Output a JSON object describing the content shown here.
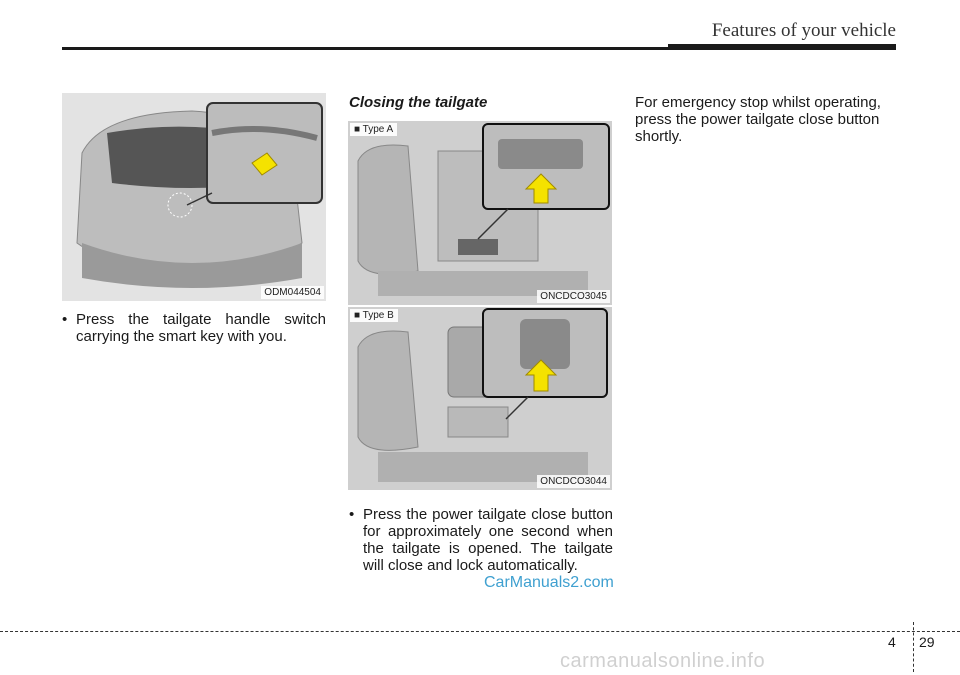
{
  "header": {
    "title": "Features of your vehicle"
  },
  "col1": {
    "figure_code": "ODM044504",
    "bullet": "Press the tailgate handle switch carrying the smart key with you."
  },
  "col2": {
    "heading": "Closing the tailgate",
    "figA": {
      "type_label": "■ Type A",
      "code": "ONCDCO3045"
    },
    "figB": {
      "type_label": "■ Type B",
      "code": "ONCDCO3044"
    },
    "bullet": "Press the power tailgate close button for approximately one second when the tailgate is opened. The tailgate will close and lock automatically."
  },
  "col3": {
    "paragraph": "For emergency stop whilst operating, press the power tailgate close button shortly."
  },
  "watermark": "CarManuals2.com",
  "footer": {
    "chapter": "4",
    "page": "29",
    "site": "carmanualsonline.info"
  },
  "colors": {
    "arrow": "#f5e200",
    "watermark": "#3fa0d0"
  }
}
